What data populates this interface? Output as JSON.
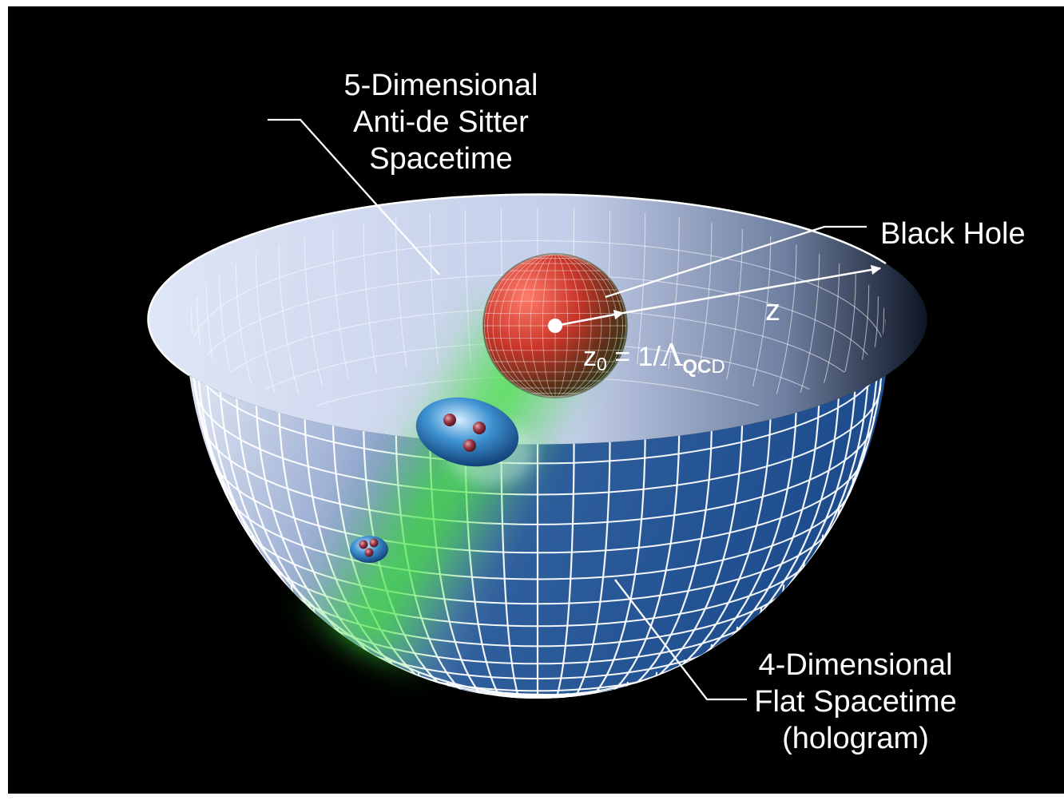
{
  "labels": {
    "ads_line1": "5-Dimensional",
    "ads_line2": "Anti-de Sitter",
    "ads_line3": "Spacetime",
    "black_hole": "Black Hole",
    "z_axis": "z",
    "z0_symbol": "z",
    "z0_sub": "0",
    "z0_eq": " = 1/",
    "lambda": "Λ",
    "qcd_bold": "QC",
    "qcd_end": "D",
    "flat_line1": "4-Dimensional",
    "flat_line2": "Flat Spacetime",
    "flat_line3": "(hologram)"
  },
  "colors": {
    "background": "#000000",
    "bowl_inner": "#c7d2ee",
    "bowl_outer": "#1b4f93",
    "grid": "#ffffff",
    "black_hole": "#d8322a",
    "glow": "#3fe23a",
    "hadron": "#2f86c8",
    "quark": "#8c2a3a"
  }
}
